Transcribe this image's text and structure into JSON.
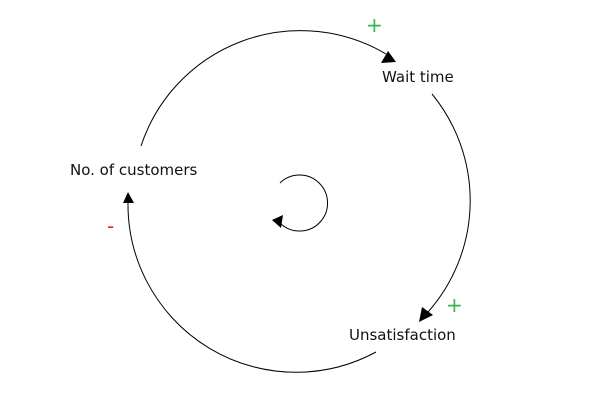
{
  "nodes": {
    "customers": "No. of customers",
    "wait_time": "Wait time",
    "unsatisfaction": "Unsatisfaction"
  },
  "links": [
    {
      "from": "No. of customers",
      "to": "Wait time",
      "polarity": "+"
    },
    {
      "from": "Wait time",
      "to": "Unsatisfaction",
      "polarity": "+"
    },
    {
      "from": "Unsatisfaction",
      "to": "No. of customers",
      "polarity": "-"
    }
  ],
  "loop_direction": "clockwise",
  "colors": {
    "positive": "#33b54a",
    "negative": "#e8262a",
    "line": "#000000",
    "text": "#111111"
  }
}
